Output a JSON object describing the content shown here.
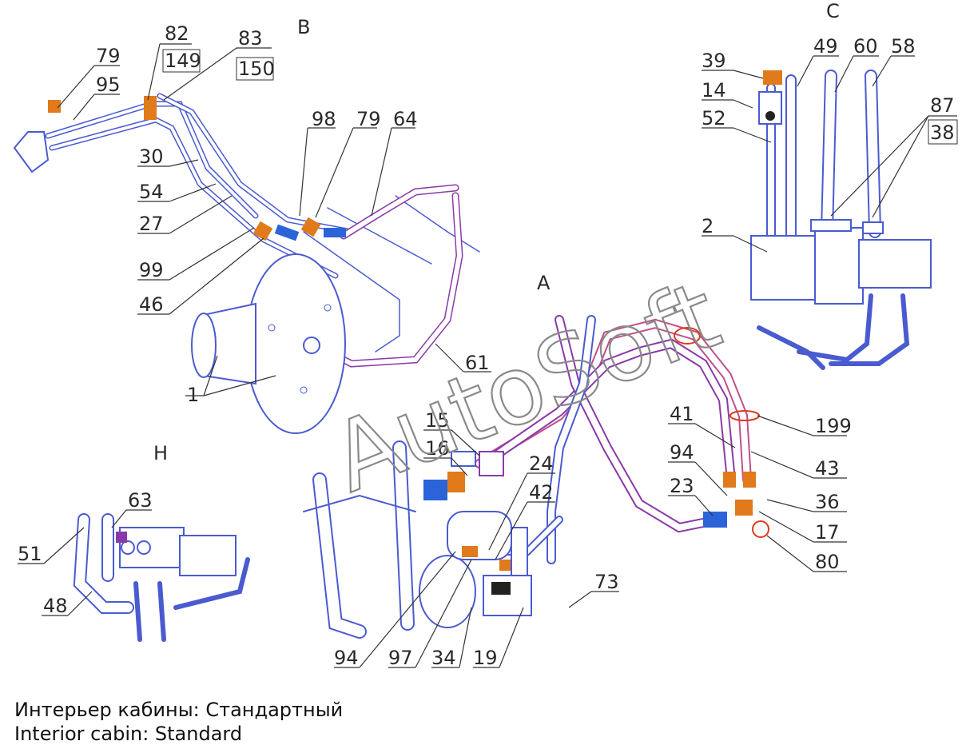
{
  "view_labels": {
    "B": "B",
    "C": "C",
    "A": "A",
    "H": "H"
  },
  "callouts": {
    "c79a": "79",
    "c95": "95",
    "c82": "82",
    "c149": "149",
    "c83": "83",
    "c150": "150",
    "c98": "98",
    "c79b": "79",
    "c64": "64",
    "c30": "30",
    "c54": "54",
    "c27": "27",
    "c99": "99",
    "c46": "46",
    "c1": "1",
    "c61": "61",
    "c39": "39",
    "c49": "49",
    "c60": "60",
    "c58": "58",
    "c14": "14",
    "c52": "52",
    "c87": "87",
    "c38": "38",
    "c2": "2",
    "c15": "15",
    "c16": "16",
    "c24": "24",
    "c42": "42",
    "c41": "41",
    "c94a": "94",
    "c23": "23",
    "c199": "199",
    "c43": "43",
    "c36": "36",
    "c17": "17",
    "c80": "80",
    "c73": "73",
    "c94b": "94",
    "c97": "97",
    "c34": "34",
    "c19": "19",
    "c63": "63",
    "c51": "51",
    "c48": "48"
  },
  "watermark": "AutoSoft",
  "caption": {
    "ru": "Интерьер кабины: Стандартный",
    "en": "Interior cabin: Standard"
  },
  "colors": {
    "hose_blue": "#4a5bd0",
    "hose_purple": "#8a3aa8",
    "hose_pink": "#c0508c",
    "frame": "#3a3fb0",
    "orange": "#e07a1a",
    "blue_part": "#2b63d8",
    "red": "#e0391a"
  }
}
